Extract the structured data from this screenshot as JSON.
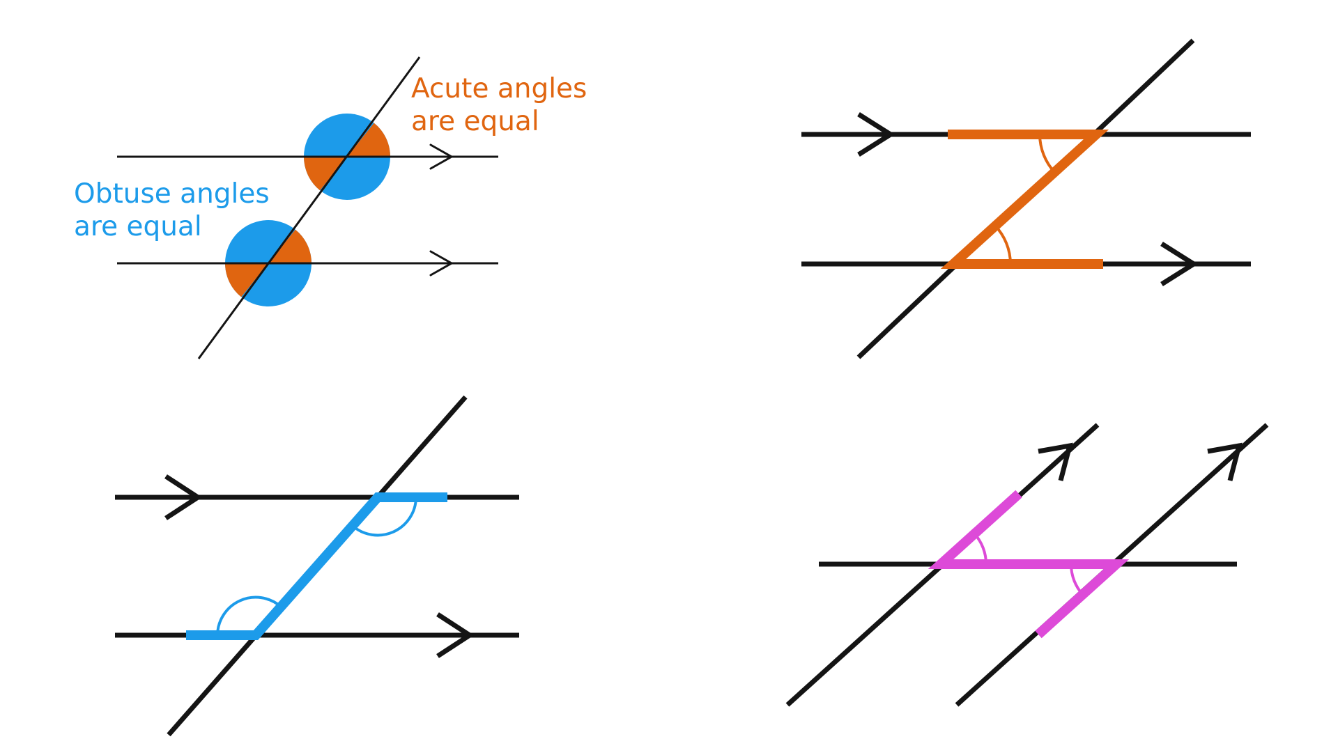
{
  "labels": {
    "acute_line1": "Acute angles",
    "acute_line2": "are equal",
    "obtuse_line1": "Obtuse angles",
    "obtuse_line2": "are equal"
  },
  "colors": {
    "acute": "#e06510",
    "obtuse": "#1c9bea",
    "cointerior": "#dd4ad8",
    "line": "#141414",
    "background": "#ffffff"
  },
  "panels": [
    "circles-vertically-opposite-corresponding-angles",
    "z-shape-alternate-angles",
    "c-shape-obtuse-alternate-angles",
    "z-shape-between-parallel-transversals"
  ]
}
